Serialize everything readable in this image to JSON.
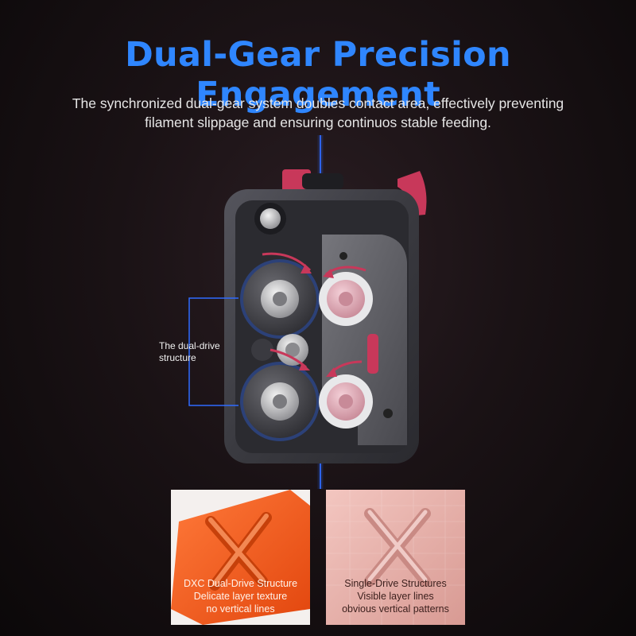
{
  "header": {
    "title": "Dual-Gear Precision Engagement",
    "subtitle_line1": "The synchronized dual-gear system doubles contact area, effectively preventing",
    "subtitle_line2": "filament slippage and ensuring continuos stable feeding."
  },
  "callout": {
    "line1": "The dual-drive",
    "line2": "structure"
  },
  "samples": [
    {
      "line1": "DXC Dual-Drive Structure",
      "line2": "Delicate layer texture",
      "line3": "no vertical lines",
      "color": "#ef5a1e"
    },
    {
      "line1": "Single-Drive Structures",
      "line2": "Visible layer lines",
      "line3": "obvious vertical patterns",
      "color": "#e3aaa5"
    }
  ],
  "colors": {
    "accent": "#2f86ff",
    "frame": "#3a3a40",
    "lever": "#c8385a"
  },
  "icons": [
    "extruder-illustration",
    "gear-icon",
    "arrow-icon",
    "layer-sample-x-icon"
  ]
}
